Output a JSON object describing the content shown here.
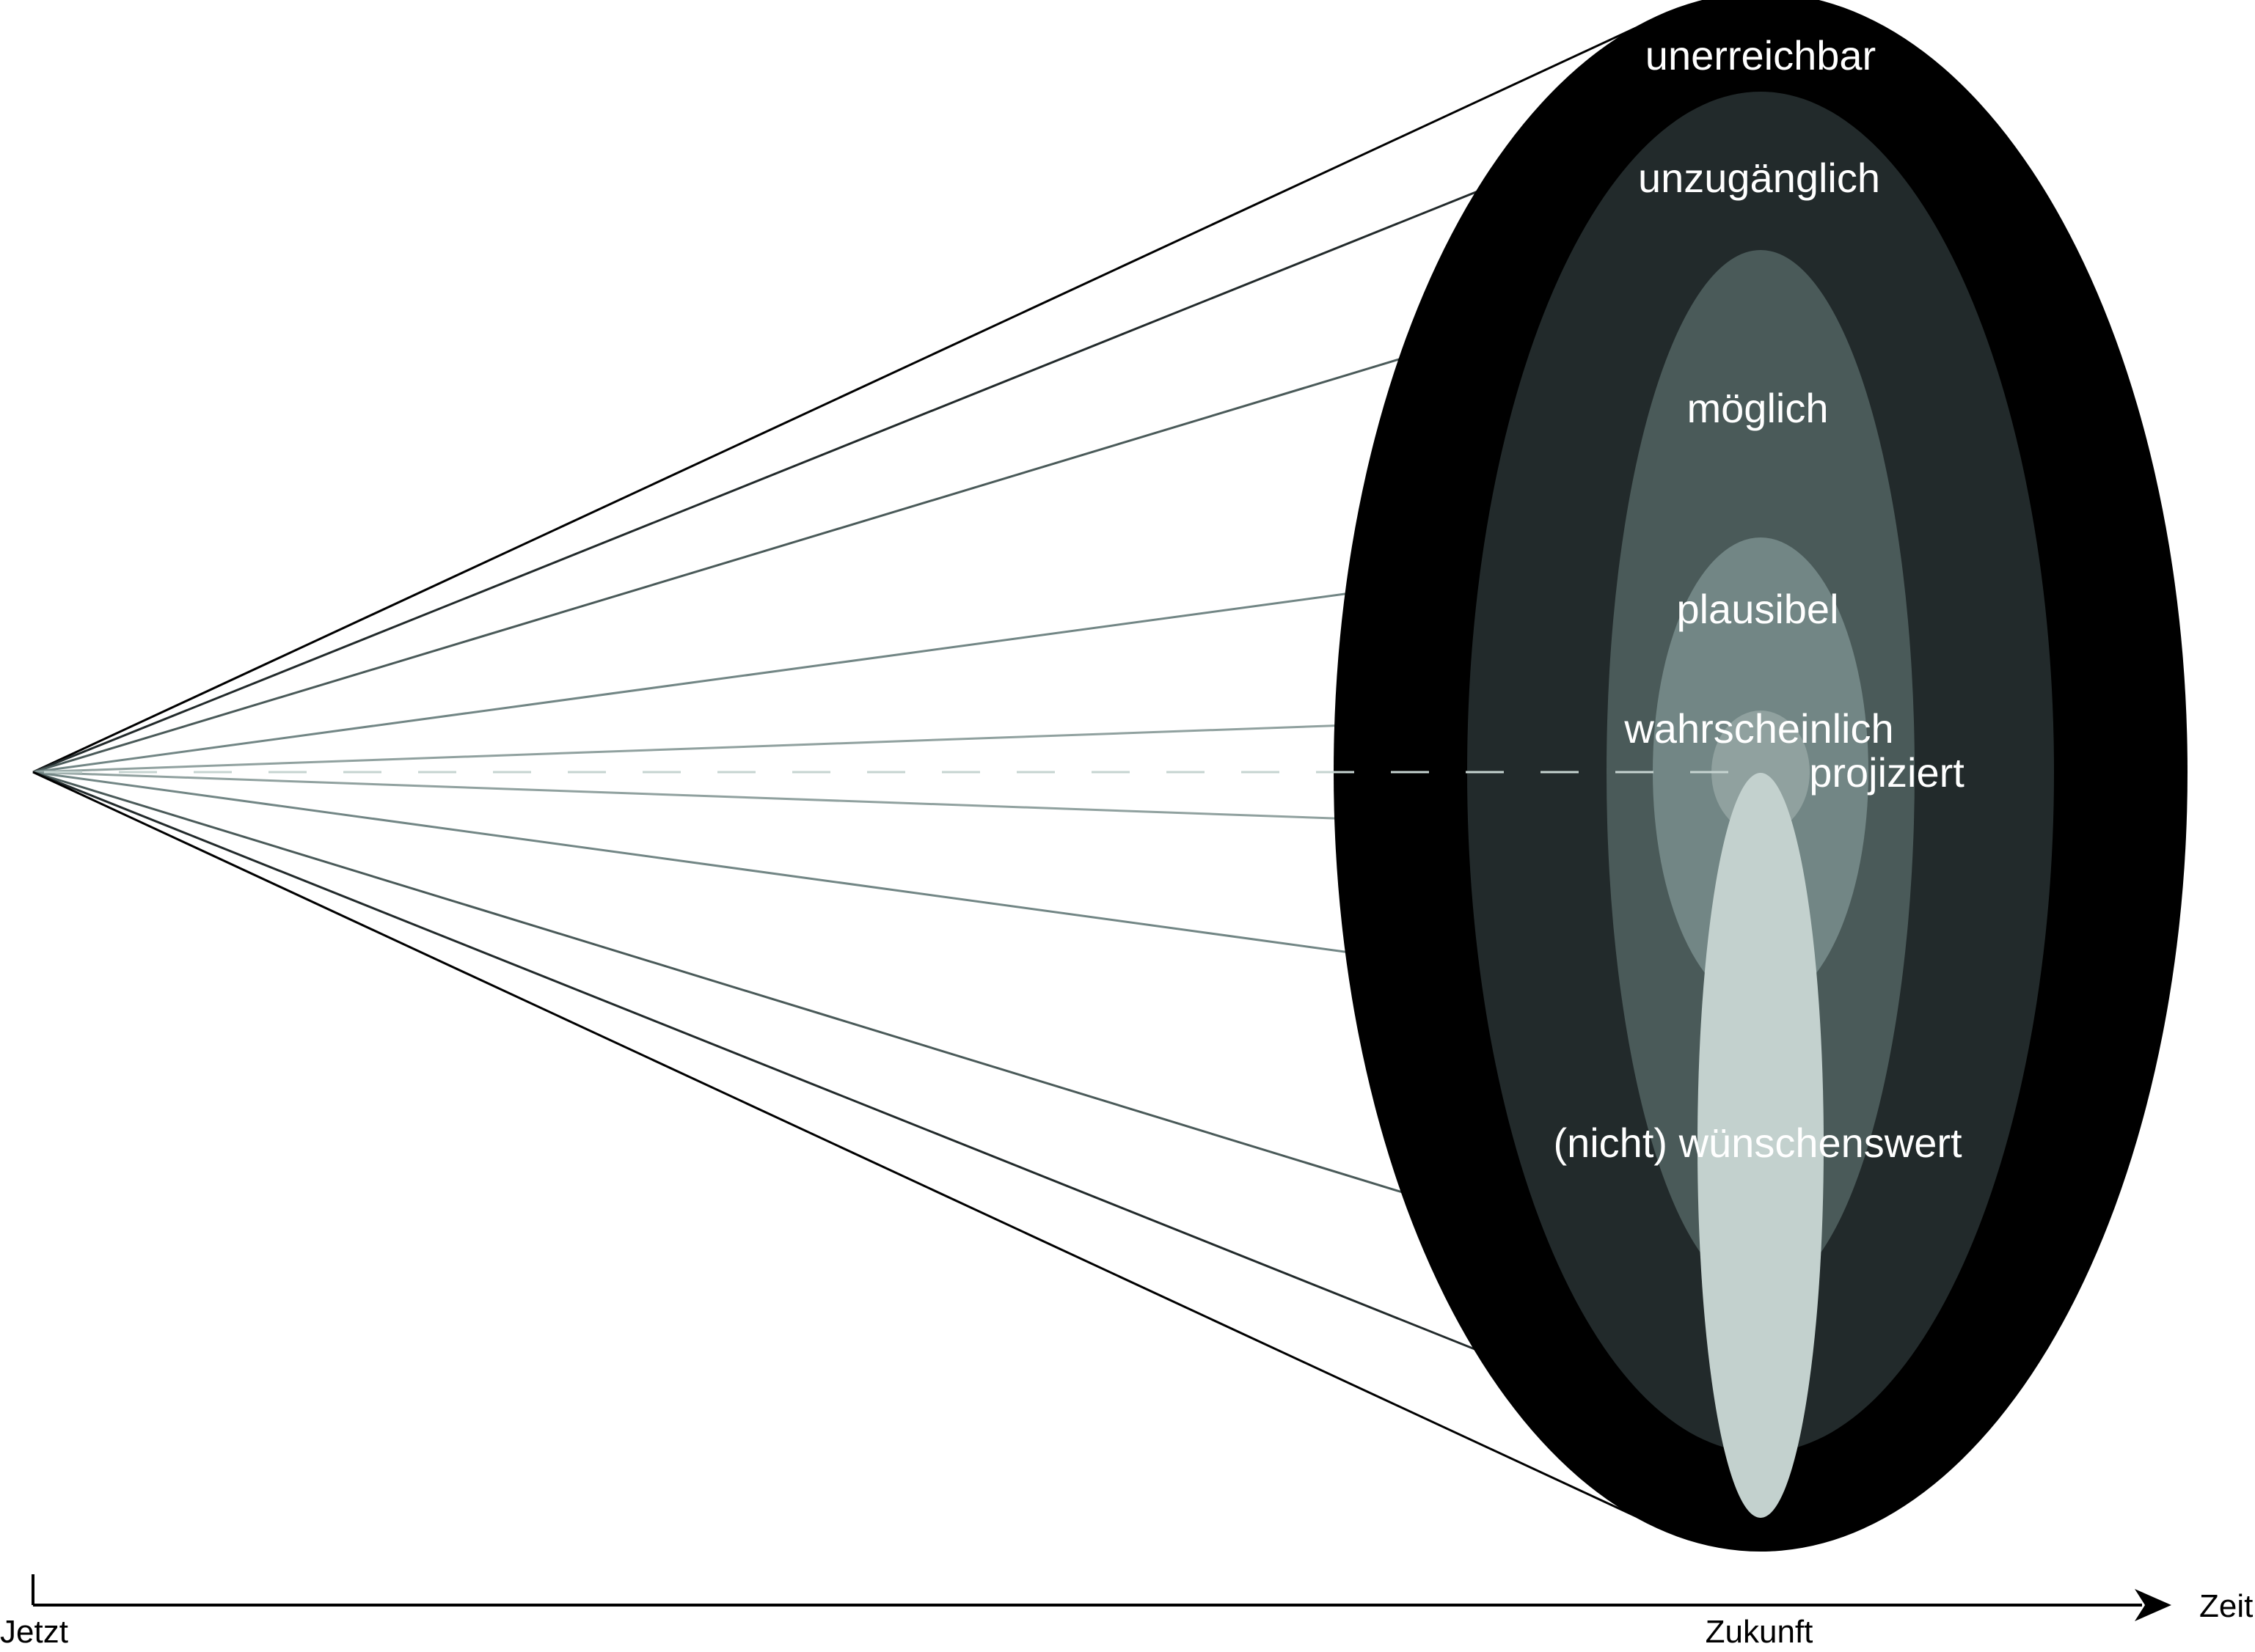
{
  "labels": {
    "unerreichbar": "unerreichbar",
    "unzugaenglich": "unzugänglich",
    "moeglich": "möglich",
    "plausibel": "plausibel",
    "wahrscheinlich": "wahrscheinlich",
    "projiziert": "projiziert",
    "wuenschenswert": "(nicht) wünschenswert"
  },
  "axis": {
    "start_label": "Jetzt",
    "future_label": "Zukunft",
    "end_label": "Zeit"
  },
  "colors": {
    "unerreichbar": "#000000",
    "unzugaenglich": "#222a2b",
    "moeglich": "#4a5a59",
    "plausibel": "#728685",
    "wahrscheinlich": "#90a19f",
    "wuenschenswert": "#c3d1ce",
    "projected_dash": "#c6d4d1"
  }
}
